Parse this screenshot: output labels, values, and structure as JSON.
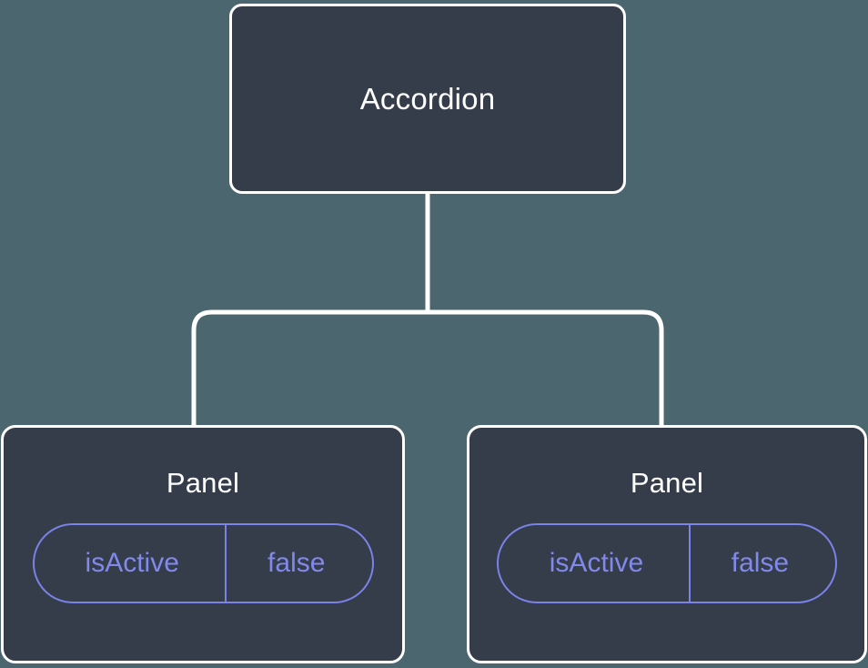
{
  "diagram": {
    "type": "component-tree",
    "background_color": "#4b666f",
    "node_fill_color": "#353c4a",
    "node_border_color": "#ffffff",
    "node_label_color": "#ffffff",
    "accent_color": "#8189ec",
    "connector_color": "#ffffff",
    "root": {
      "label": "Accordion"
    },
    "children": [
      {
        "label": "Panel",
        "state": {
          "key": "isActive",
          "value": "false"
        }
      },
      {
        "label": "Panel",
        "state": {
          "key": "isActive",
          "value": "false"
        }
      }
    ]
  }
}
